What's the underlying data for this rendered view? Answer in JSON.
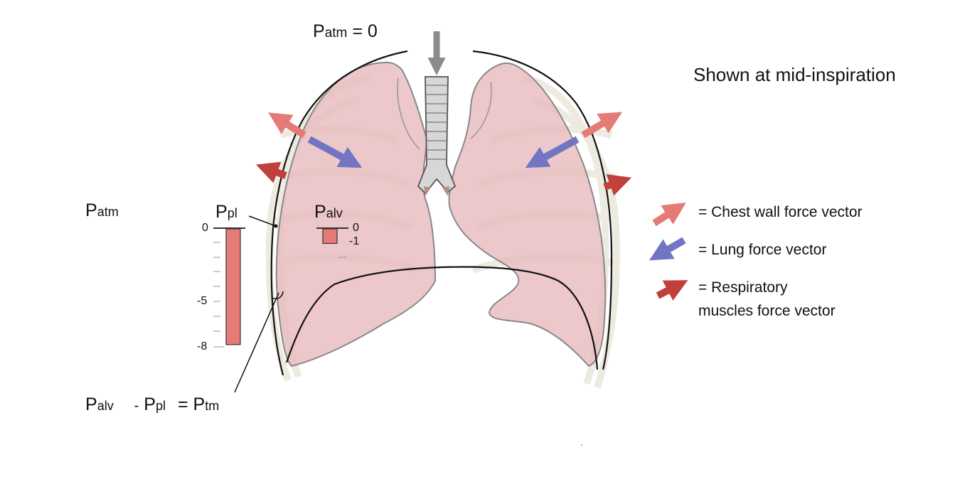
{
  "title": "Shown at mid-inspiration",
  "p_atm_top": {
    "main": "P",
    "sub": "atm",
    "suffix": "= 0"
  },
  "p_atm_left": {
    "main": "P",
    "sub": "atm"
  },
  "p_pl": {
    "main": "P",
    "sub": "pl",
    "ticks": [
      "0",
      "-5",
      "-8"
    ],
    "value": -7.8
  },
  "p_alv": {
    "main": "P",
    "sub": "alv",
    "ticks": [
      "0",
      "-1"
    ],
    "value": -1
  },
  "equation": {
    "t1_main": "P",
    "t1_sub": "alv",
    "op1": "-",
    "t2_main": "P",
    "t2_sub": "pl",
    "op2": "=",
    "t3_main": "P",
    "t3_sub": "tm"
  },
  "legend": {
    "chest_wall": "= Chest wall force vector",
    "lung": "= Lung force vector",
    "resp_line1": "= Respiratory",
    "resp_line2": "muscles force vector"
  },
  "colors": {
    "chest_wall": "#e57b77",
    "lung": "#7276c2",
    "respiratory": "#c0403c",
    "bar_fill": "#e57b77",
    "lung_fill": "#e8b9bd",
    "trachea_arrow": "#8c8c8c"
  },
  "icons": [
    "chest-wall-arrow-icon",
    "lung-arrow-icon",
    "respiratory-arrow-icon",
    "airflow-arrow-icon"
  ]
}
